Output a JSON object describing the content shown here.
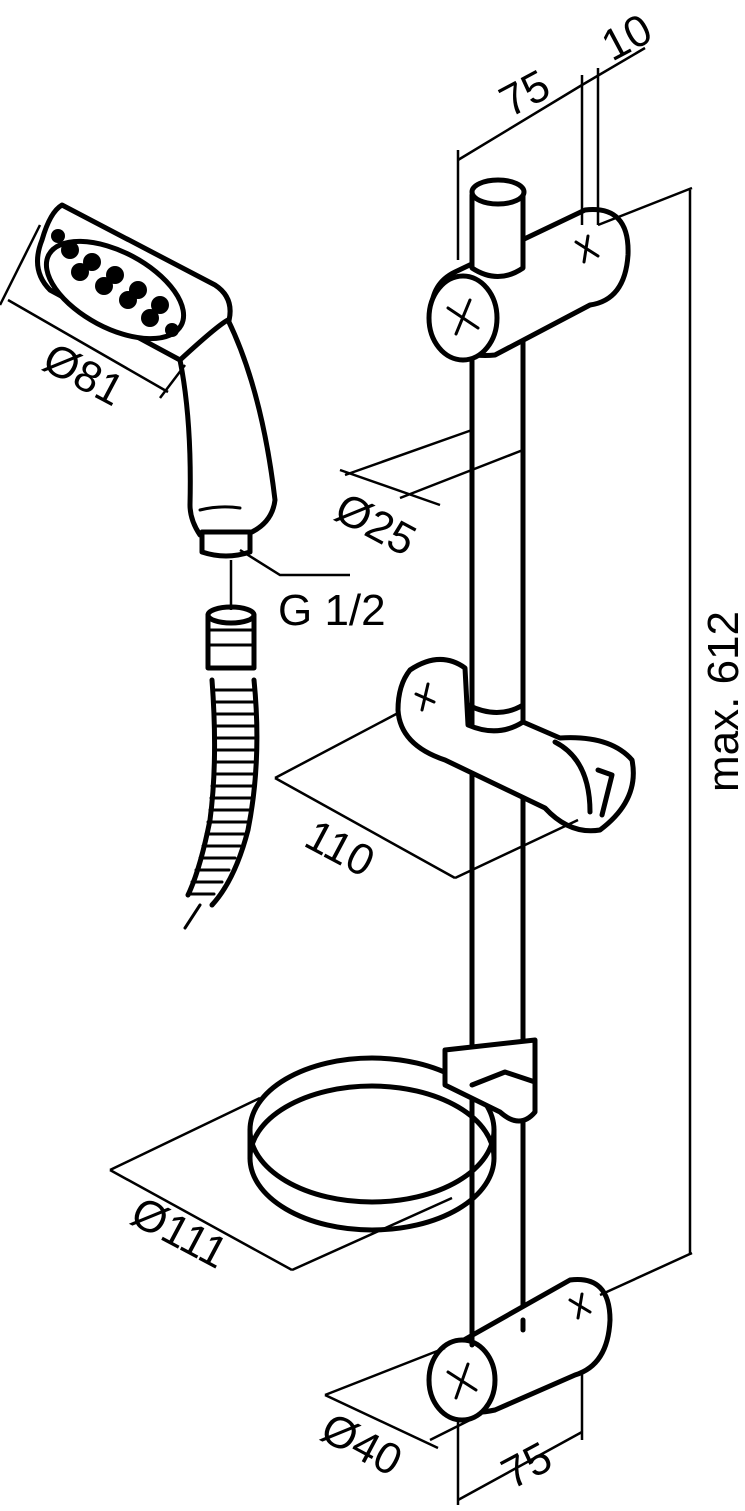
{
  "dimensions": {
    "top_width": "75",
    "top_offset": "10",
    "head_diameter": "Ø81",
    "rail_diameter": "Ø25",
    "thread": "G 1/2",
    "total_height": "max. 612",
    "holder_reach": "110",
    "dish_diameter": "Ø111",
    "bracket_diameter": "Ø40",
    "bottom_width": "75"
  },
  "colors": {
    "line": "#000000",
    "background": "#ffffff"
  }
}
